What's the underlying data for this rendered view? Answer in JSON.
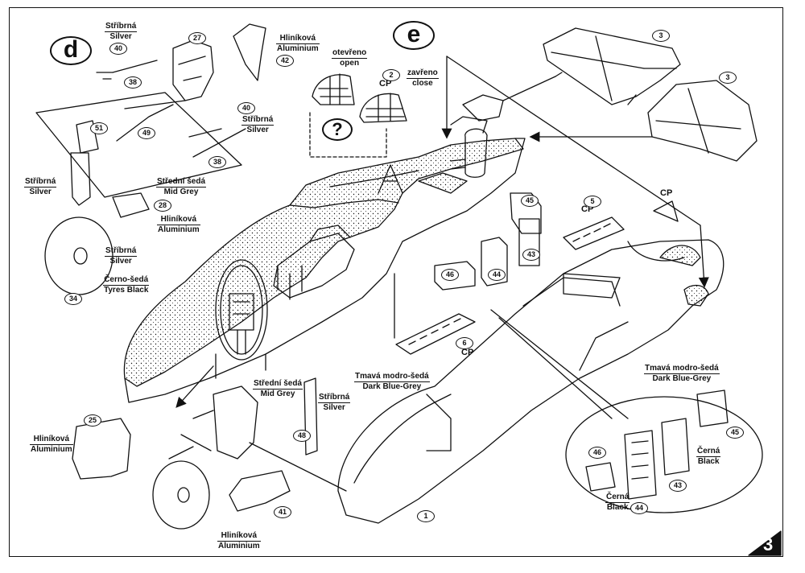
{
  "steps": {
    "d": "d",
    "e": "e"
  },
  "question": "?",
  "page_number": "3",
  "colors": {
    "ink": "#111111",
    "paper": "#ffffff"
  },
  "labels": {
    "silver_a": {
      "cz": "Stříbrná",
      "en": "Silver"
    },
    "aluminium_a": {
      "cz": "Hliníková",
      "en": "Aluminium"
    },
    "silver_b": {
      "cz": "Stříbrná",
      "en": "Silver"
    },
    "mid_grey_a": {
      "cz": "Střední šedá",
      "en": "Mid Grey"
    },
    "silver_c": {
      "cz": "Stříbrná",
      "en": "Silver"
    },
    "aluminium_b": {
      "cz": "Hliníková",
      "en": "Aluminium"
    },
    "silver_d": {
      "cz": "Stříbrná",
      "en": "Silver"
    },
    "tyres": {
      "cz": "Černo-šedá",
      "en": "Tyres Black"
    },
    "canopy_open": {
      "cz": "otevřeno",
      "en": "open"
    },
    "canopy_close": {
      "cz": "zavřeno",
      "en": "close"
    },
    "dark_blue_grey_a": {
      "cz": "Tmavá modro-šedá",
      "en": "Dark Blue-Grey"
    },
    "dark_blue_grey_b": {
      "cz": "Tmavá modro-šedá",
      "en": "Dark Blue-Grey"
    },
    "mid_grey_b": {
      "cz": "Střední šedá",
      "en": "Mid Grey"
    },
    "silver_e": {
      "cz": "Stříbrná",
      "en": "Silver"
    },
    "aluminium_c": {
      "cz": "Hliníková",
      "en": "Aluminium"
    },
    "aluminium_d": {
      "cz": "Hliníková",
      "en": "Aluminium"
    },
    "black_a": {
      "cz": "Černá",
      "en": "Black"
    },
    "black_b": {
      "cz": "Černá",
      "en": "Black"
    }
  },
  "cp_marks": {
    "cp2": "CP",
    "cp5": "CP",
    "cp6": "CP",
    "cp_right": "CP"
  },
  "parts": {
    "p1": "1",
    "p2": "2",
    "p3a": "3",
    "p3b": "3",
    "p5": "5",
    "p6": "6",
    "p25": "25",
    "p27": "27",
    "p28": "28",
    "p34": "34",
    "p38a": "38",
    "p38b": "38",
    "p40a": "40",
    "p40b": "40",
    "p41": "41",
    "p42": "42",
    "p43a": "43",
    "p43b": "43",
    "p44a": "44",
    "p44b": "44",
    "p45a": "45",
    "p45b": "45",
    "p46a": "46",
    "p46b": "46",
    "p48": "48",
    "p49": "49",
    "p51": "51"
  }
}
